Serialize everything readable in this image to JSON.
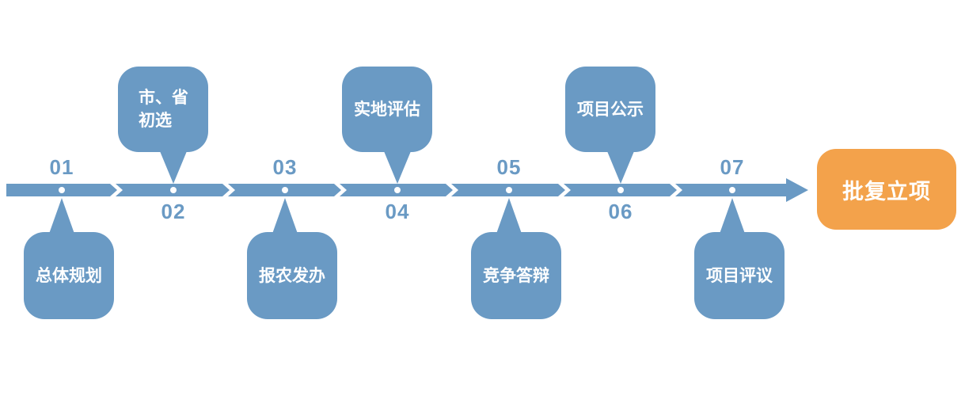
{
  "diagram": {
    "type": "process-timeline",
    "colors": {
      "primary_blue": "#6A9AC4",
      "accent_orange": "#F3A24B",
      "label_text": "#FFFFFF",
      "background": "#FFFFFF"
    },
    "steps": [
      {
        "number": "01",
        "label": "总体规划",
        "callout_position": "below",
        "number_position": "above"
      },
      {
        "number": "02",
        "label": "市、省\n初选",
        "callout_position": "above",
        "number_position": "below"
      },
      {
        "number": "03",
        "label": "报农发办",
        "callout_position": "below",
        "number_position": "above"
      },
      {
        "number": "04",
        "label": "实地评估",
        "callout_position": "above",
        "number_position": "below"
      },
      {
        "number": "05",
        "label": "竞争答辩",
        "callout_position": "below",
        "number_position": "above"
      },
      {
        "number": "06",
        "label": "项目公示",
        "callout_position": "above",
        "number_position": "below"
      },
      {
        "number": "07",
        "label": "项目评议",
        "callout_position": "below",
        "number_position": "above"
      }
    ],
    "result": {
      "label": "批复立项"
    }
  }
}
